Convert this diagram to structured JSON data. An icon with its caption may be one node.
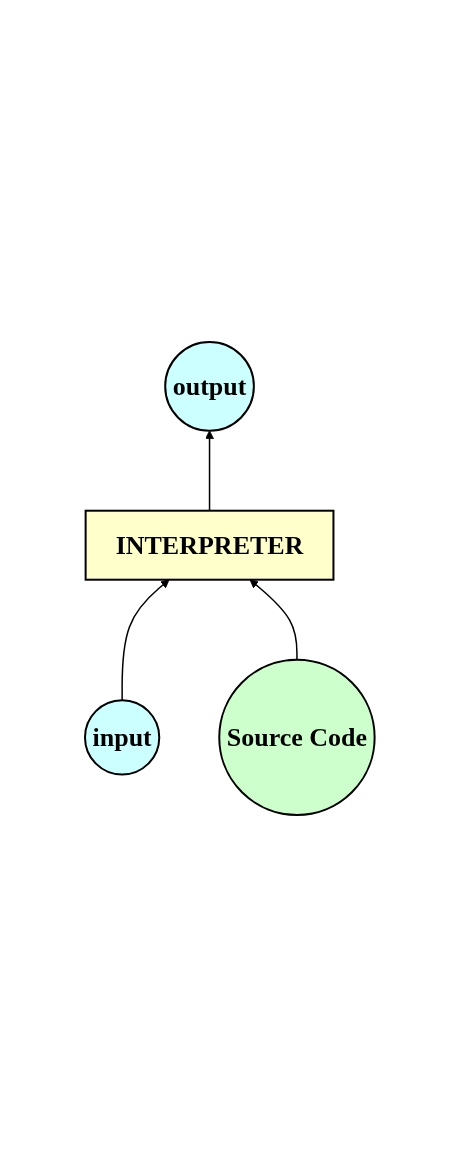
{
  "diagram": {
    "nodes": [
      {
        "text": [
          "input"
        ]
      },
      {
        "text": [
          "Source Code"
        ]
      },
      {
        "text": [
          "INTERPRETER"
        ]
      },
      {
        "text": [
          "output"
        ]
      }
    ],
    "edges": [
      {
        "from": 0,
        "to": 2,
        "arrow": "to"
      },
      {
        "from": 1,
        "to": 2,
        "arrow": "to"
      },
      {
        "from": 2,
        "to": 3,
        "arrow": "to"
      }
    ]
  }
}
